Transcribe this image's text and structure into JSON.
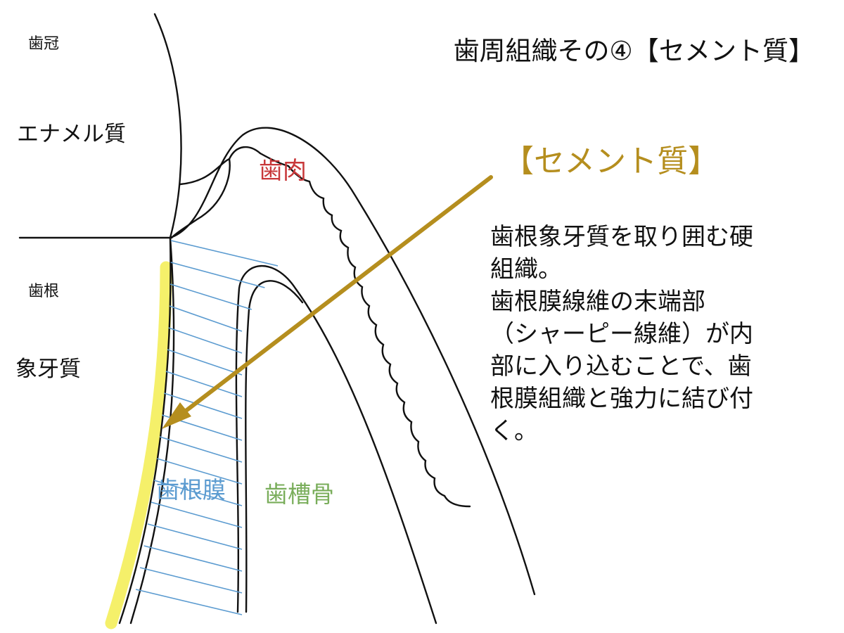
{
  "title": "歯周組織その④【セメント質】",
  "colors": {
    "line": "#111111",
    "highlight": "#f5f06a",
    "arrow": "#b58e1e",
    "gum_label": "#c8383a",
    "ligament": "#5b9bd0",
    "bone_label": "#79ad5a"
  },
  "labels": {
    "crown": "歯冠",
    "enamel": "エナメル質",
    "root": "歯根",
    "dentin": "象牙質",
    "gingiva": "歯肉",
    "periodontal_ligament": "歯根膜",
    "alveolar_bone": "歯槽骨"
  },
  "highlight": {
    "heading": "【セメント質】",
    "description_lines": [
      "歯根象牙質を取り囲む硬",
      "組織。",
      "歯根膜線維の末端部",
      "（シャーピー線維）が内",
      "部に入り込むことで、歯",
      "根膜組織と強力に結び付",
      "く。"
    ]
  }
}
